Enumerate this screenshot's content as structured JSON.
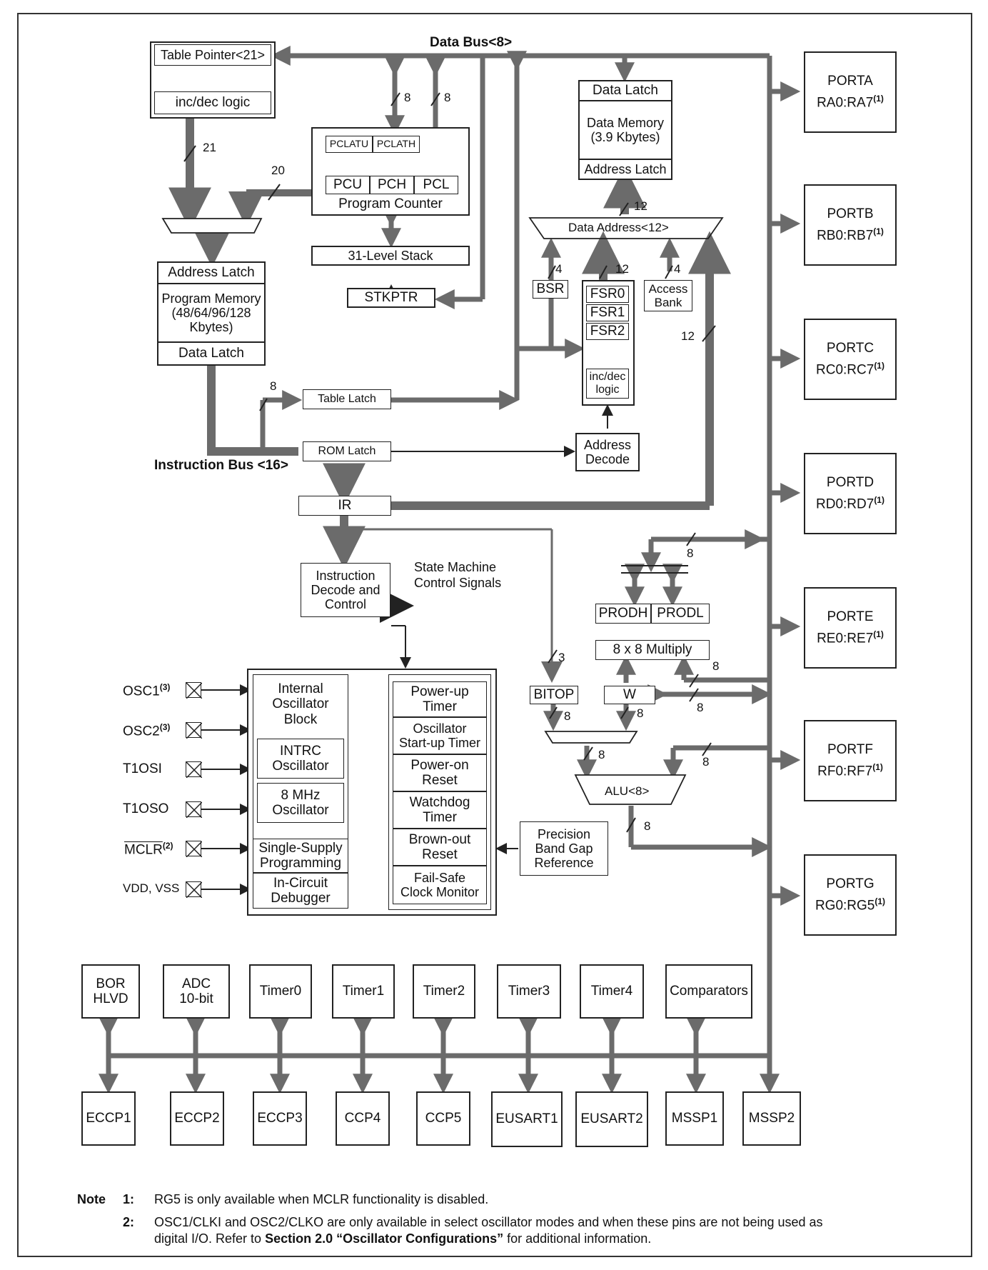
{
  "bus": {
    "data_bus": "Data Bus<8>",
    "instruction_bus": "Instruction Bus <16>"
  },
  "program_side": {
    "table_pointer": "Table Pointer<21>",
    "inc_dec_logic": "inc/dec logic",
    "pclatu": "PCLATU",
    "pclath": "PCLATH",
    "pcu": "PCU",
    "pch": "PCH",
    "pcl": "PCL",
    "program_counter": "Program Counter",
    "stack": "31-Level Stack",
    "stkptr": "STKPTR",
    "address_latch": "Address Latch",
    "program_memory": "Program Memory\n(48/64/96/128\nKbytes)",
    "data_latch": "Data Latch",
    "table_latch": "Table Latch",
    "rom_latch": "ROM Latch",
    "ir": "IR",
    "instruction_decode": "Instruction\nDecode and\nControl",
    "state_machine": "State Machine\nControl Signals"
  },
  "data_side": {
    "data_latch": "Data Latch",
    "data_memory": "Data Memory\n(3.9 Kbytes)",
    "address_latch": "Address Latch",
    "data_address": "Data Address<12>",
    "bsr": "BSR",
    "fsr0": "FSR0",
    "fsr1": "FSR1",
    "fsr2": "FSR2",
    "fsr_incdec": "inc/dec\nlogic",
    "access_bank": "Access\nBank",
    "address_decode": "Address\nDecode",
    "prodh": "PRODH",
    "prodl": "PRODL",
    "multiply": "8 x 8 Multiply",
    "bitop": "BITOP",
    "w": "W",
    "alu": "ALU<8>"
  },
  "bus_widths": {
    "w8": "8",
    "w21": "21",
    "w20": "20",
    "w12": "12",
    "w4": "4",
    "w3": "3"
  },
  "oscillator": {
    "internal_osc_block": "Internal\nOscillator\nBlock",
    "intrc": "INTRC\nOscillator",
    "mhz8": "8 MHz\nOscillator",
    "single_supply": "Single-Supply\nProgramming",
    "icd": "In-Circuit\nDebugger",
    "powerup_timer": "Power-up\nTimer",
    "ost": "Oscillator\nStart-up Timer",
    "por": "Power-on\nReset",
    "wdt": "Watchdog\nTimer",
    "bor": "Brown-out\nReset",
    "fscm": "Fail-Safe\nClock Monitor",
    "band_gap": "Precision\nBand Gap\nReference"
  },
  "pins": {
    "osc1": "OSC1",
    "osc1_sup": "(3)",
    "osc2": "OSC2",
    "osc2_sup": "(3)",
    "t1osi": "T1OSI",
    "t1oso": "T1OSO",
    "mclr": "MCLR",
    "mclr_sup": "(2)",
    "vdd": "VDD, VSS"
  },
  "ports": [
    {
      "name": "PORTA",
      "pins": "RA0:RA7",
      "sup": "(1)"
    },
    {
      "name": "PORTB",
      "pins": "RB0:RB7",
      "sup": "(1)"
    },
    {
      "name": "PORTC",
      "pins": "RC0:RC7",
      "sup": "(1)"
    },
    {
      "name": "PORTD",
      "pins": "RD0:RD7",
      "sup": "(1)"
    },
    {
      "name": "PORTE",
      "pins": "RE0:RE7",
      "sup": "(1)"
    },
    {
      "name": "PORTF",
      "pins": "RF0:RF7",
      "sup": "(1)"
    },
    {
      "name": "PORTG",
      "pins": "RG0:RG5",
      "sup": "(1)"
    }
  ],
  "peripherals_top": [
    "BOR\nHLVD",
    "ADC\n10-bit",
    "Timer0",
    "Timer1",
    "Timer2",
    "Timer3",
    "Timer4",
    "Comparators"
  ],
  "peripherals_bottom": [
    "ECCP1",
    "ECCP2",
    "ECCP3",
    "CCP4",
    "CCP5",
    "EUSART1",
    "EUSART2",
    "MSSP1",
    "MSSP2"
  ],
  "notes": {
    "heading": "Note",
    "n1_num": "1:",
    "n1_text": "RG5 is only available when MCLR functionality is disabled.",
    "n2_num": "2:",
    "n2_text_a": "OSC1/CLKI and OSC2/CLKO are only available in select oscillator modes and when these pins are not being used as",
    "n2_text_b": "digital I/O. Refer to ",
    "n2_bold": "Section 2.0 “Oscillator Configurations”",
    "n2_text_c": " for additional information."
  },
  "colors": {
    "bus": "#6b6b6b",
    "line": "#222222"
  }
}
